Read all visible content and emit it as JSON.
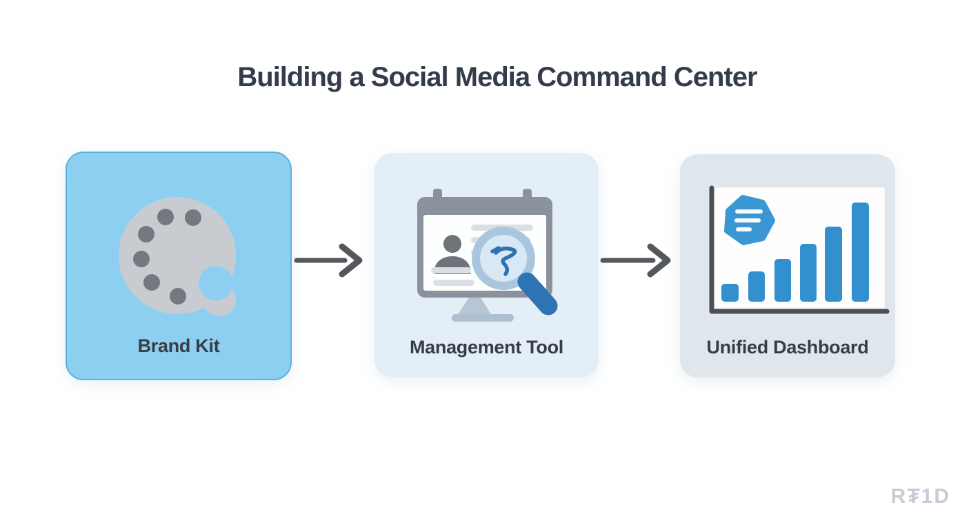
{
  "title": "Building a Social Media Command Center",
  "flow": {
    "cards": [
      {
        "label": "Brand Kit",
        "icon": "palette-icon",
        "bg": "#8DCFF0",
        "border": "#57B2DC"
      },
      {
        "label": "Management Tool",
        "icon": "monitor-search-icon",
        "bg": "#E4EEF7",
        "border": "none"
      },
      {
        "label": "Unified Dashboard",
        "icon": "bar-chart-icon",
        "bg": "#DFE7ED",
        "border": "none"
      }
    ],
    "connectors": [
      {
        "name": "arrow-right-1",
        "direction": "right"
      },
      {
        "name": "arrow-right-2",
        "direction": "right"
      }
    ]
  },
  "watermark": "R₮1D",
  "colors": {
    "background": "#FFFFFF",
    "title_text": "#343B4B",
    "label_text": "#373D45",
    "arrow": "#54575C",
    "card1_fill": "#8DCFF0",
    "card1_border": "#57B2DC",
    "card2_fill": "#E4EEF7",
    "card3_fill": "#DFE7ED",
    "palette_body": "#C8CCD1",
    "palette_dots": "#74797F",
    "monitor_frame": "#8A929D",
    "monitor_screen": "#FDFEFE",
    "monitor_person": "#6F747B",
    "monitor_text_lines": "#DBDFE3",
    "monitor_stand": "#B7C6D4",
    "magnifier_ring": "#A9C6DE",
    "magnifier_glass": "#D8E9F5",
    "magnifier_handle": "#2E74B5",
    "magnifier_scribble": "#2F72B1",
    "chart_panel": "#FEFEFF",
    "chart_axis": "#4C5056",
    "chart_bars": "#3390CE",
    "chart_bubble": "#3B97D3",
    "watermark_text": "#C6CCD4"
  }
}
